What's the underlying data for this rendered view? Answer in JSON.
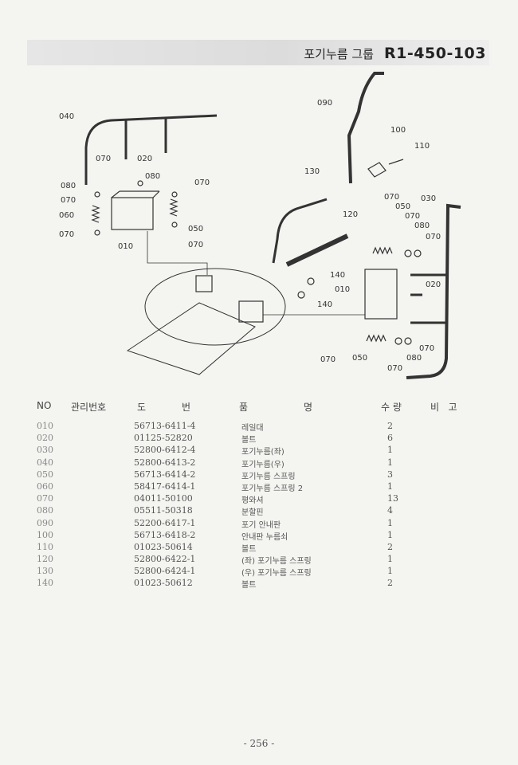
{
  "header": {
    "group_name": "포기누름 그룹",
    "code": "R1-450-103"
  },
  "diagram": {
    "callouts": [
      "040",
      "070",
      "020",
      "080",
      "070",
      "080",
      "070",
      "060",
      "070",
      "050",
      "070",
      "010",
      "090",
      "100",
      "110",
      "130",
      "120",
      "070",
      "050",
      "070",
      "080",
      "070",
      "030",
      "140",
      "140",
      "010",
      "020",
      "070",
      "050",
      "070",
      "080",
      "070"
    ]
  },
  "table": {
    "headers": {
      "no": "NO",
      "mgmt": "관리번호",
      "drawing": "도",
      "number": "번",
      "item": "품",
      "name": "명",
      "qty": "수 량",
      "remarks": "비   고"
    },
    "rows": [
      {
        "no": "010",
        "part": "56713-6411-4",
        "name": "레일대",
        "qty": "2"
      },
      {
        "no": "020",
        "part": "01125-52820",
        "name": "볼트",
        "qty": "6"
      },
      {
        "no": "030",
        "part": "52800-6412-4",
        "name": "포기누름(좌)",
        "qty": "1"
      },
      {
        "no": "040",
        "part": "52800-6413-2",
        "name": "포기누름(우)",
        "qty": "1"
      },
      {
        "no": "050",
        "part": "56713-6414-2",
        "name": "포기누름 스프링",
        "qty": "3"
      },
      {
        "no": "060",
        "part": "58417-6414-1",
        "name": "포기누름 스프링 2",
        "qty": "1"
      },
      {
        "no": "070",
        "part": "04011-50100",
        "name": "평와셔",
        "qty": "13"
      },
      {
        "no": "080",
        "part": "05511-50318",
        "name": "분할핀",
        "qty": "4"
      },
      {
        "no": "090",
        "part": "52200-6417-1",
        "name": "포기 안내판",
        "qty": "1"
      },
      {
        "no": "100",
        "part": "56713-6418-2",
        "name": "안내판 누름쇠",
        "qty": "1"
      },
      {
        "no": "110",
        "part": "01023-50614",
        "name": "볼트",
        "qty": "2"
      },
      {
        "no": "120",
        "part": "52800-6422-1",
        "name": "(좌) 포기누름 스프링",
        "qty": "1"
      },
      {
        "no": "130",
        "part": "52800-6424-1",
        "name": "(우) 포기누름 스프링",
        "qty": "1"
      },
      {
        "no": "140",
        "part": "01023-50612",
        "name": "볼트",
        "qty": "2"
      }
    ]
  },
  "footer": {
    "page": "- 256 -"
  }
}
